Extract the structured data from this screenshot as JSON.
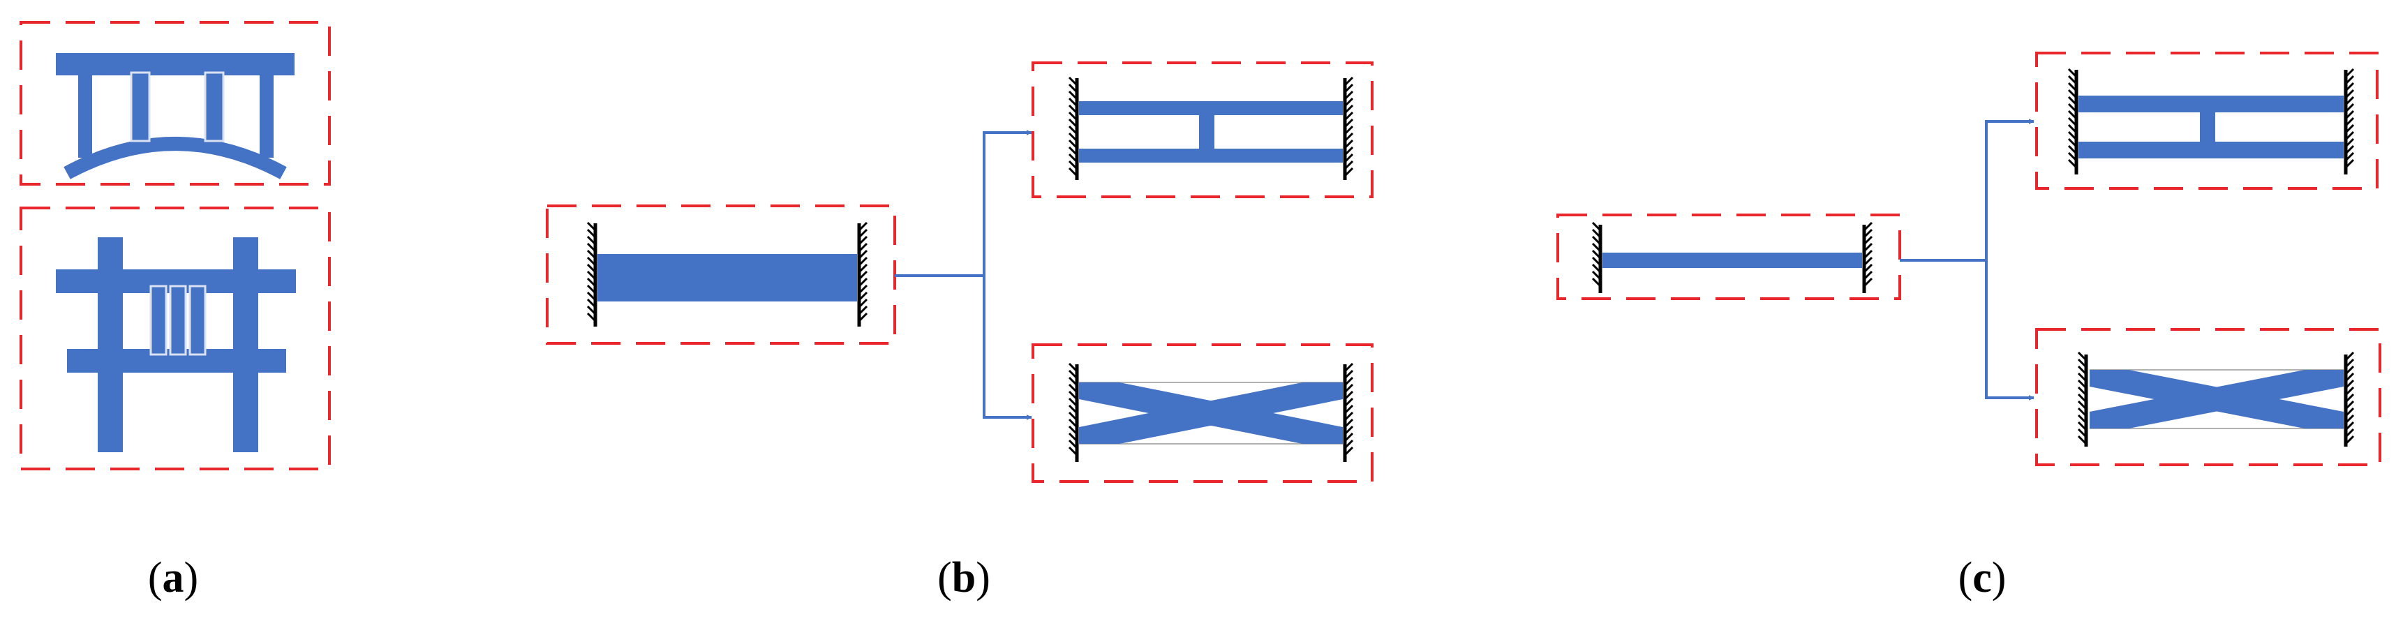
{
  "panels": [
    {
      "id": "a",
      "caption": "a"
    },
    {
      "id": "b",
      "caption": "b"
    },
    {
      "id": "c",
      "caption": "c"
    }
  ],
  "colors": {
    "beam": "#4472C4",
    "dashed_frame": "#E8262B",
    "connector": "#4472C4",
    "wall": "#000000",
    "thin_line": "#B0B0B0"
  }
}
